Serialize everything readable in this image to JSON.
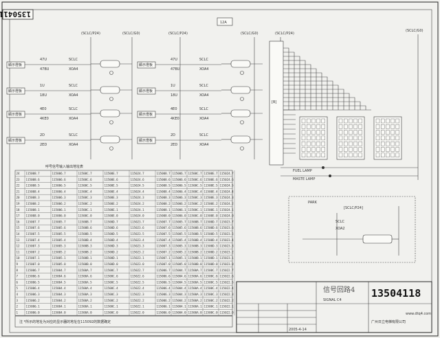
{
  "drawing_number": "13504118",
  "sheet_tag": "12A",
  "bus_labels": {
    "p24": "(SCLC/P24)",
    "g0": "(SCLC/G0)"
  },
  "indicator_label": "顯示燈板",
  "circuits": [
    {
      "input": "47U",
      "relay": "SCLC\nXOA4",
      "out": "47BU"
    },
    {
      "input": "1U",
      "relay": "SCLC\nXOA4",
      "out": "18U"
    },
    {
      "input": "4E0",
      "relay": "SCLC\nXOA4",
      "out": "4KE0"
    },
    {
      "input": "2D",
      "relay": "SCLC\nXOA4",
      "out": "2ED"
    }
  ],
  "lamp_labels": {
    "fuel": "FUEL LAMP",
    "maste": "MASTE LAMP"
  },
  "park_label": "PARK",
  "park_bus": "[SCLC/P24]",
  "table_title": "呼号信号输入输出地址表",
  "table_footnote": "注  *所示的地址为对应的显示器的地址在115092的数据确定",
  "title_block": {
    "title_cn": "信号回路4",
    "title_en": "SIGNAL C4",
    "code": "13504118",
    "company": "广州日立电梯有限公司",
    "date": "2005-4-14",
    "watermark": "www.dtq4.com"
  },
  "table_rows": [
    [
      "24",
      "115008.7",
      "115006.7",
      "11500C.7",
      "11500E.7",
      "115024.7"
    ],
    [
      "23",
      "115008.6",
      "115006.6",
      "11500C.6",
      "11500E.6",
      "115024.6"
    ],
    [
      "22",
      "115008.5",
      "115006.5",
      "11500C.5",
      "11500E.5",
      "115024.5"
    ],
    [
      "21",
      "115008.4",
      "115006.4",
      "11500C.4",
      "11500E.4",
      "115024.4"
    ],
    [
      "20",
      "115008.3",
      "115006.3",
      "11500C.3",
      "11500E.3",
      "115024.3"
    ],
    [
      "19",
      "115008.2",
      "115006.2",
      "11500C.2",
      "11500E.2",
      "115024.2"
    ],
    [
      "18",
      "115008.1",
      "115006.1",
      "11500C.1",
      "11500E.1",
      "115024.1"
    ],
    [
      "17",
      "115008.0",
      "115006.0",
      "11500C.0",
      "11500E.0",
      "115024.0"
    ],
    [
      "16",
      "115007.7",
      "115005.7",
      "11500B.7",
      "11500D.7",
      "115023.7"
    ],
    [
      "15",
      "115007.6",
      "115005.6",
      "11500B.6",
      "11500D.6",
      "115023.6"
    ],
    [
      "14",
      "115007.5",
      "115005.5",
      "11500B.5",
      "11500D.5",
      "115023.5"
    ],
    [
      "13",
      "115007.4",
      "115005.4",
      "11500B.4",
      "11500D.4",
      "115023.4"
    ],
    [
      "12",
      "115007.3",
      "115005.3",
      "11500B.3",
      "11500D.3",
      "115023.3"
    ],
    [
      "11",
      "115007.2",
      "115005.2",
      "11500B.2",
      "11500D.2",
      "115023.2"
    ],
    [
      "10",
      "115007.1",
      "115005.1",
      "11500B.1",
      "11500D.1",
      "115023.1"
    ],
    [
      "9",
      "115007.0",
      "115005.0",
      "11500B.0",
      "11500D.0",
      "115023.0"
    ],
    [
      "8",
      "115006.7",
      "115004.7",
      "11500A.7",
      "11500C.7",
      "115022.7"
    ],
    [
      "7",
      "115006.6",
      "115004.6",
      "11500A.6",
      "11500C.6",
      "115022.6"
    ],
    [
      "6",
      "115006.5",
      "115004.5",
      "11500A.5",
      "11500C.5",
      "115022.5"
    ],
    [
      "5",
      "115006.4",
      "115004.4",
      "11500A.4",
      "11500C.4",
      "115022.4"
    ],
    [
      "4",
      "115006.3",
      "115004.3",
      "11500A.3",
      "11500C.3",
      "115022.3"
    ],
    [
      "3",
      "115006.2",
      "115004.2",
      "11500A.2",
      "11500C.2",
      "115022.2"
    ],
    [
      "2",
      "115006.1",
      "115004.1",
      "11500A.1",
      "11500C.1",
      "115022.1"
    ],
    [
      "1",
      "115006.0",
      "115004.0",
      "11500A.0",
      "11500C.0",
      "115022.0"
    ]
  ]
}
